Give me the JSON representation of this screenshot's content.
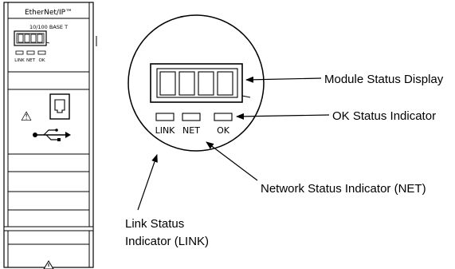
{
  "module": {
    "header": "EtherNet/IP™",
    "port_label": "10/100 BASE T",
    "leds": [
      "LINK",
      "NET",
      "OK"
    ],
    "warning_symbol": "⚠"
  },
  "zoom": {
    "leds": [
      "LINK",
      "NET",
      "OK"
    ]
  },
  "callouts": {
    "module_status_display": "Module Status Display",
    "ok_status_indicator": "OK Status Indicator",
    "network_status_indicator": "Network Status Indicator (NET)",
    "link_status_line1": "Link Status",
    "link_status_line2": "Indicator (LINK)"
  }
}
